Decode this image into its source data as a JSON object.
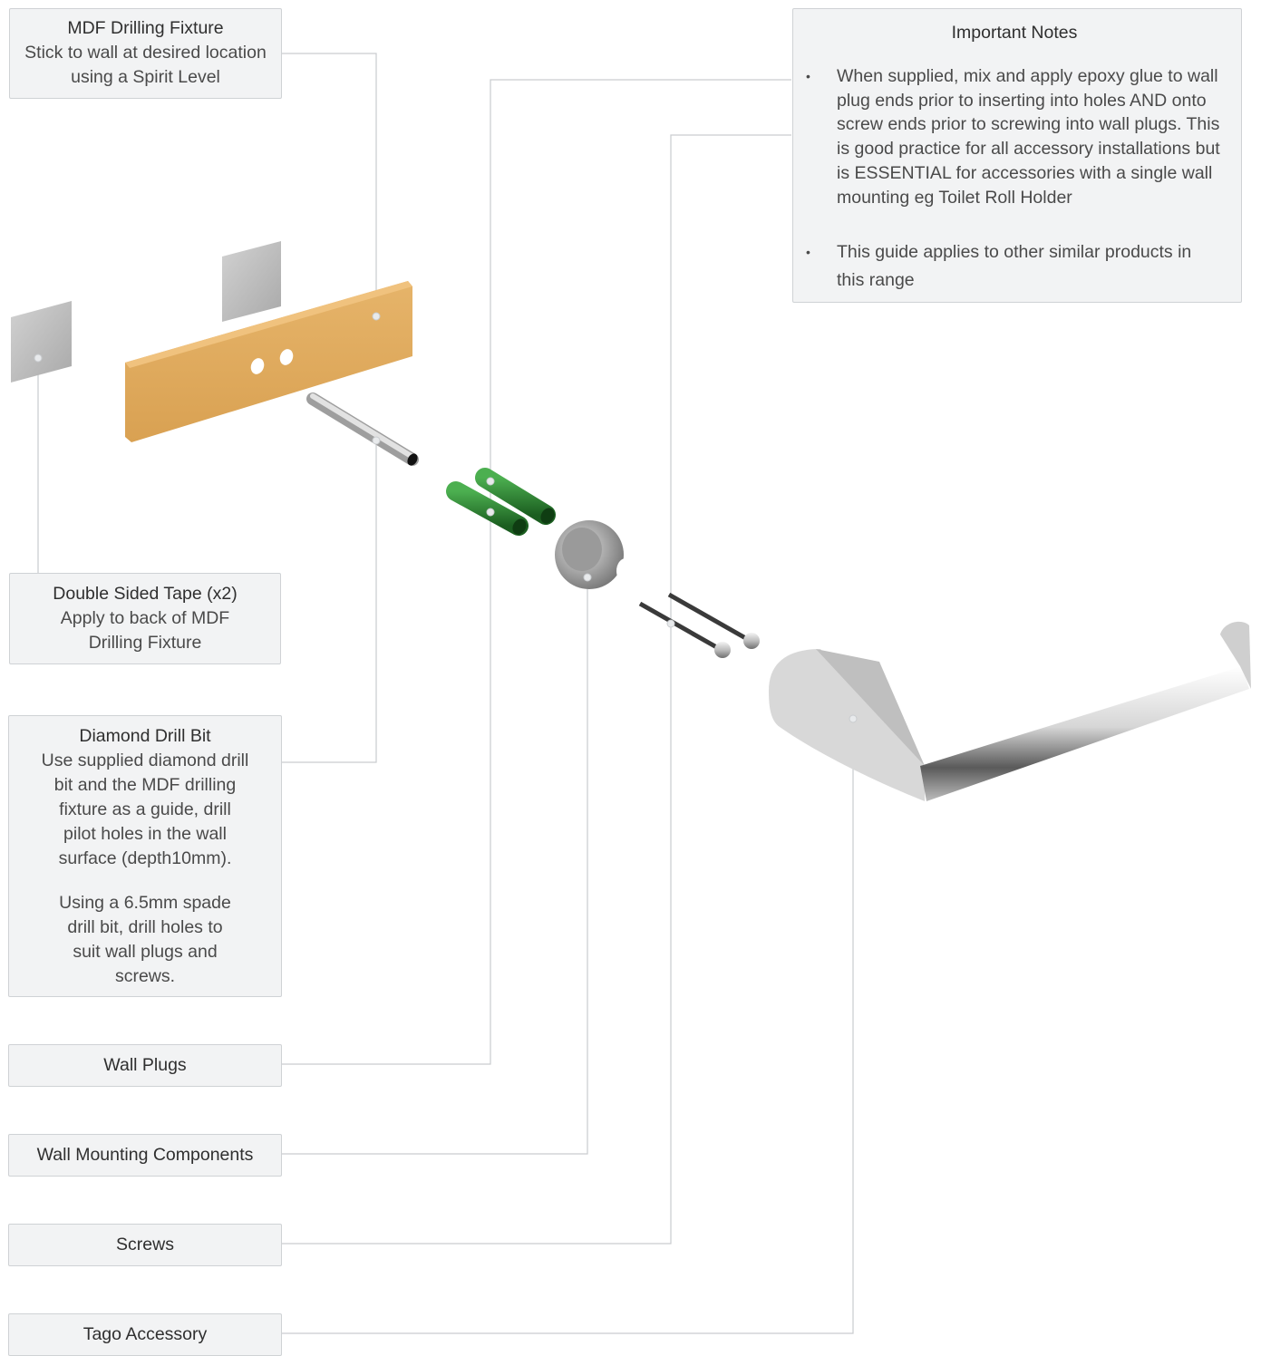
{
  "labels": {
    "mdf": {
      "title": "MDF Drilling Fixture",
      "lines": [
        "Stick to wall at desired location",
        "using a Spirit Level"
      ]
    },
    "tape": {
      "title": "Double Sided Tape (x2)",
      "lines": [
        "Apply to back of  MDF",
        "Drilling Fixture"
      ]
    },
    "drill": {
      "title": "Diamond Drill Bit",
      "lines": [
        "Use supplied diamond drill",
        "bit and the MDF drilling",
        "fixture as a guide, drill",
        "pilot holes in the wall",
        "surface (depth10mm)."
      ],
      "lines2": [
        "Using a 6.5mm spade",
        "drill bit, drill holes to",
        "suit wall plugs and",
        "screws."
      ]
    },
    "plugs": {
      "title": "Wall Plugs"
    },
    "mounting": {
      "title": "Wall Mounting Components"
    },
    "screws": {
      "title": "Screws"
    },
    "accessory": {
      "title": "Tago Accessory"
    }
  },
  "notes": {
    "title": "Important Notes",
    "items": [
      "When supplied, mix and apply epoxy glue to wall plug ends prior to inserting into holes AND onto screw ends prior to screwing into wall plugs. This is good practice for all accessory installations but is ESSENTIAL for accessories with a single wall mounting eg Toilet Roll Holder",
      "This guide applies to other similar products in this range"
    ]
  },
  "colors": {
    "box_bg": "#f2f3f4",
    "box_border": "#cfd2d5",
    "leader": "#c9cccf",
    "mdf": "#e0ac5e",
    "plug": "#2e7d32",
    "chrome": "#c8c8c8"
  },
  "icons": {
    "tape": "tape-square-icon",
    "mdf": "mdf-board-icon",
    "drill": "drill-bit-icon",
    "plugs": "wall-plug-icon",
    "mounting": "wall-mount-icon",
    "screws": "screw-icon",
    "accessory": "toilet-roll-holder-icon"
  }
}
